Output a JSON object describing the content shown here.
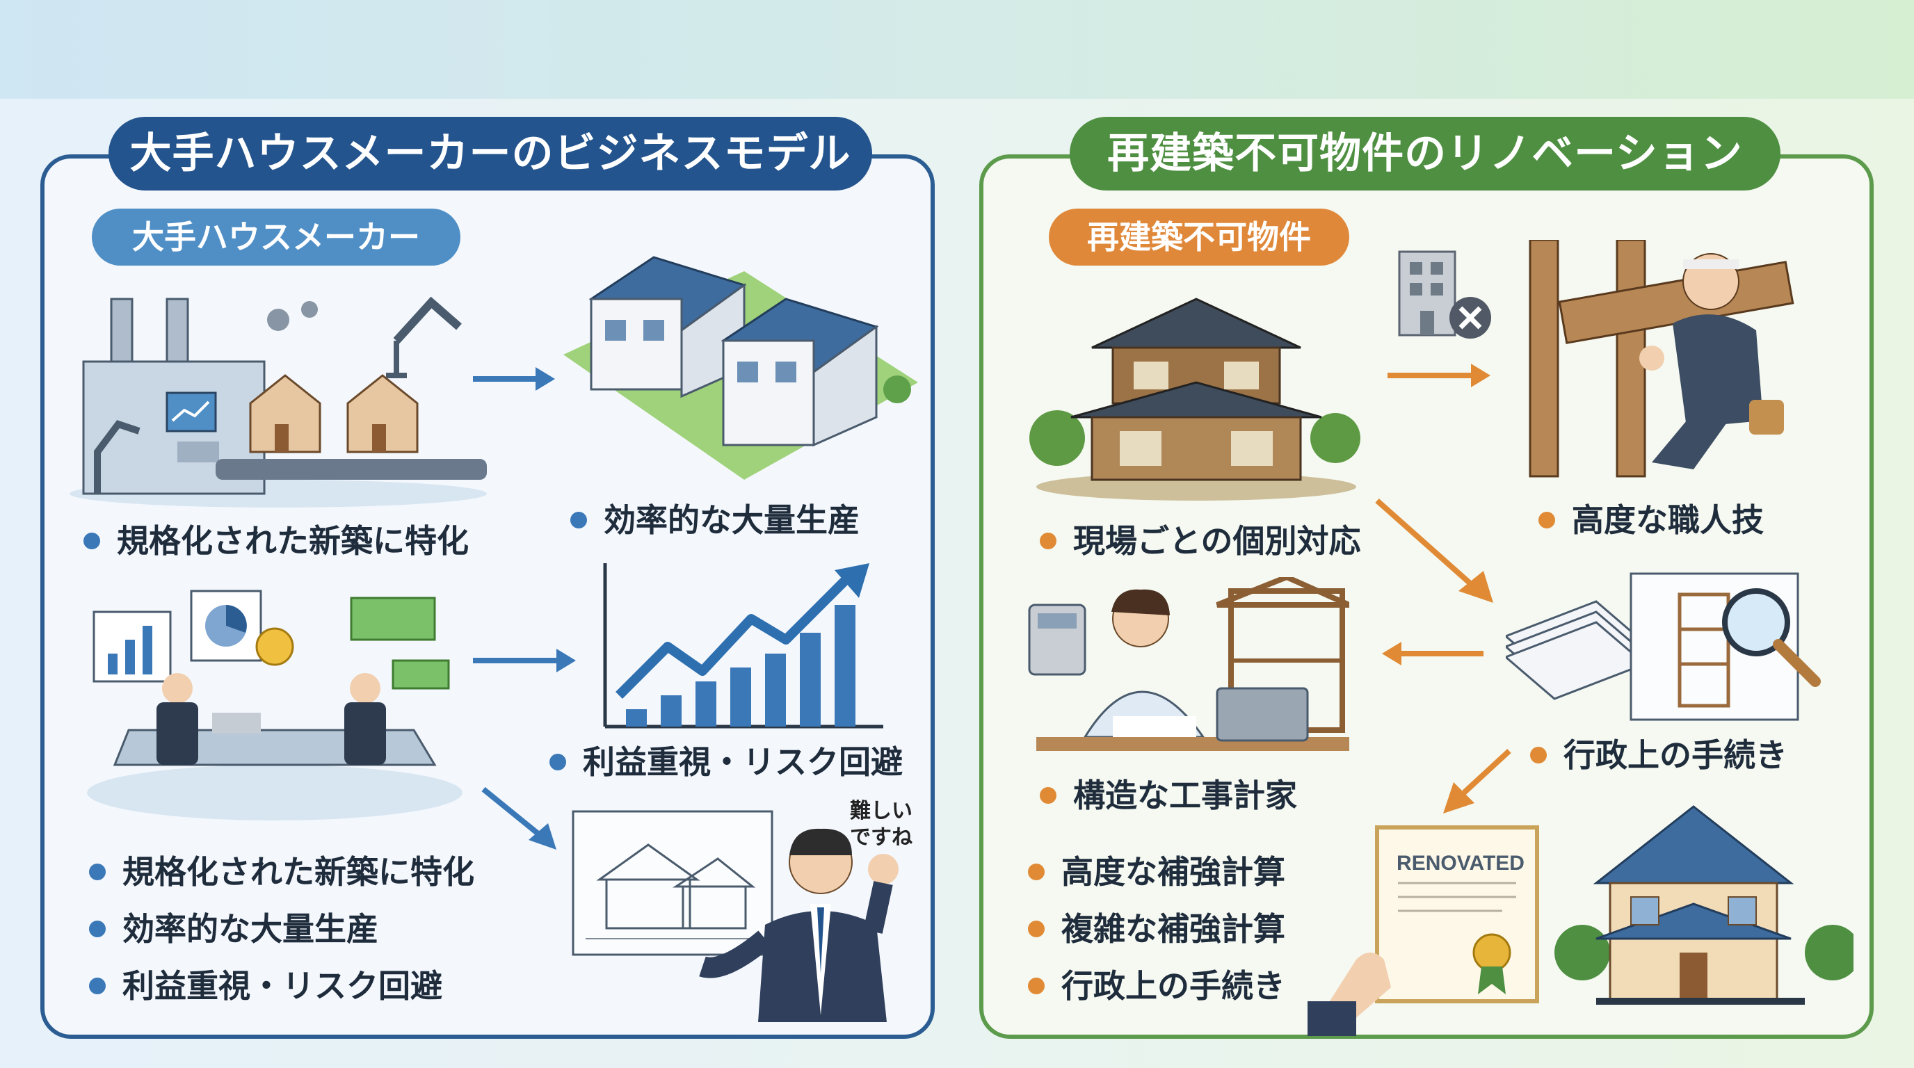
{
  "left": {
    "title": "大手ハウスメーカーのビジネスモデル",
    "subtitle": "大手ハウスメーカー",
    "caption_1": "規格化された新築に特化",
    "caption_2": "効率的な大量生産",
    "caption_3": "利益重視・リスク回避",
    "list": [
      "規格化された新築に特化",
      "効率的な大量生産",
      "利益重視・リスク回避"
    ],
    "speech_line1": "難しい",
    "speech_line2": "ですね"
  },
  "right": {
    "title": "再建築不可物件のリノベーション",
    "subtitle": "再建築不可物件",
    "caption_1": "現場ごとの個別対応",
    "caption_2": "高度な職人技",
    "caption_3": "構造な工事計家",
    "caption_4": "行政上の手続き",
    "list": [
      "高度な補強計算",
      "複雑な補強計算",
      "行政上の手続き"
    ],
    "certificate_text": "RENOVATED"
  },
  "icons": {
    "factory": "factory-icon",
    "houses": "houses-icon",
    "meeting": "business-meeting-icon",
    "growth_chart": "growth-chart-icon",
    "blueprint": "blueprint-icon",
    "traditional_house": "traditional-house-icon",
    "no_building": "no-building-icon",
    "carpenter": "carpenter-icon",
    "documents": "documents-magnifier-icon",
    "planner": "planner-icon",
    "certificate": "certificate-icon",
    "renovated_house": "renovated-house-icon"
  },
  "colors": {
    "left_accent": "#23548d",
    "right_accent": "#4f8f42",
    "left_bullet": "#3a78b8",
    "right_bullet": "#e08a35",
    "left_arrow": "#3a78b8",
    "right_arrow": "#e08a35"
  }
}
